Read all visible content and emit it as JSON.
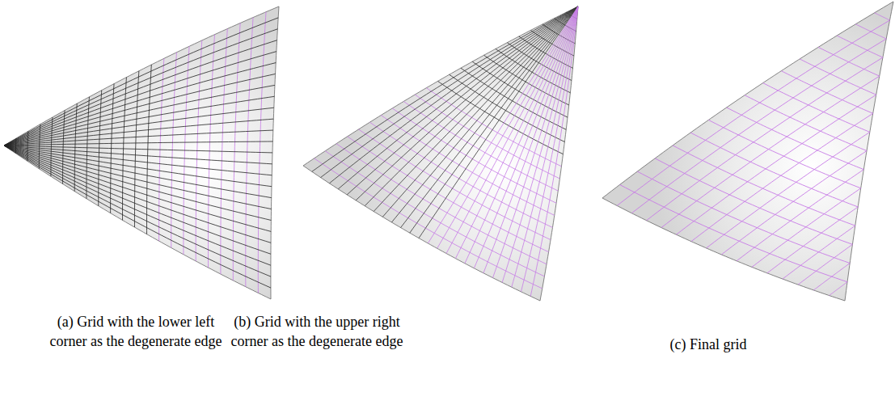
{
  "diagram": {
    "labels": [
      "(a) Grid with the lower left corner as the degenerate edge",
      "(b) Grid with the upper right corner as the degenerate edge",
      "(c) Final grid"
    ]
  }
}
